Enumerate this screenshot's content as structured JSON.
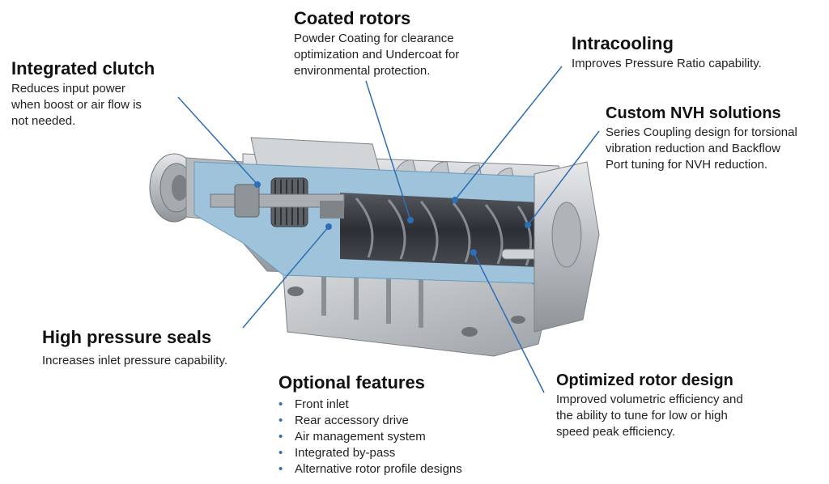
{
  "callouts": {
    "coated_rotors": {
      "title": "Coated rotors",
      "desc": "Powder Coating for clearance\noptimization and Undercoat for\nenvironmental protection."
    },
    "intracooling": {
      "title": "Intracooling",
      "desc": "Improves Pressure Ratio capability."
    },
    "integrated_clutch": {
      "title": "Integrated clutch",
      "desc": "Reduces input power\nwhen boost or air flow is\nnot needed."
    },
    "custom_nvh": {
      "title": "Custom NVH solutions",
      "desc": "Series Coupling design for torsional\nvibration reduction and Backflow\nPort tuning for NVH reduction."
    },
    "high_pressure_seals": {
      "title": "High pressure seals",
      "desc": "Increases inlet pressure capability."
    },
    "optimized_rotor": {
      "title": "Optimized rotor design",
      "desc": "Improved volumetric efficiency and\nthe ability to tune for low or high\nspeed peak efficiency."
    }
  },
  "optional_features": {
    "title": "Optional features",
    "items": [
      "Front inlet",
      "Rear accessory drive",
      "Air management system",
      "Integrated by-pass",
      "Alternative rotor profile designs"
    ]
  },
  "colors": {
    "leader_line": "#2f6db5",
    "cut_face": "#9ec3db",
    "metal": "#c9ccd0",
    "rotor": "#3a3d42"
  }
}
